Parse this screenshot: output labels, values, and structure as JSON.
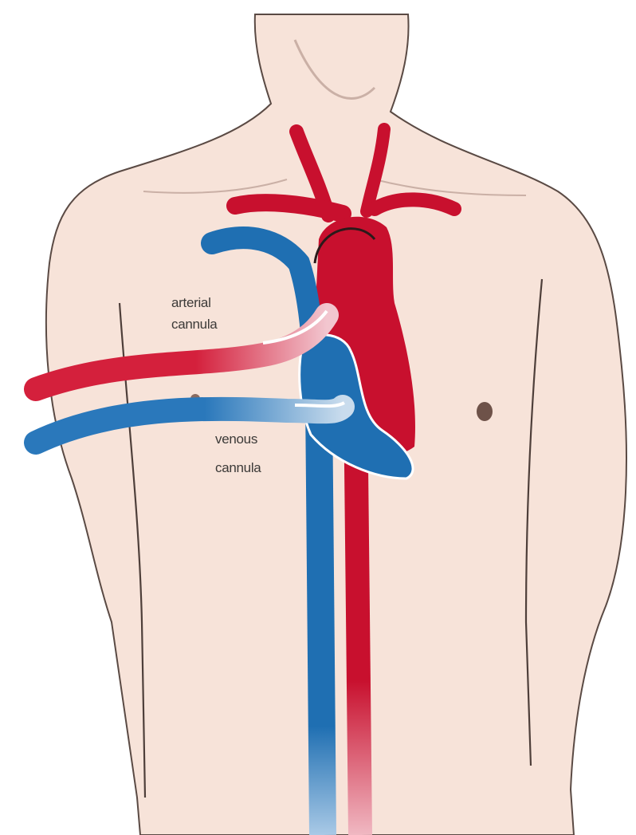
{
  "labels": {
    "arterial": {
      "line1": "arterial",
      "line2": "cannula"
    },
    "venous": {
      "line1": "venous",
      "line2": "cannula"
    }
  },
  "colors": {
    "skin": "#f7e3d9",
    "skin_edge": "#5a4a44",
    "artery": "#c8102e",
    "vein": "#1f6fb2",
    "cannula_highlight": "#ffffff"
  }
}
